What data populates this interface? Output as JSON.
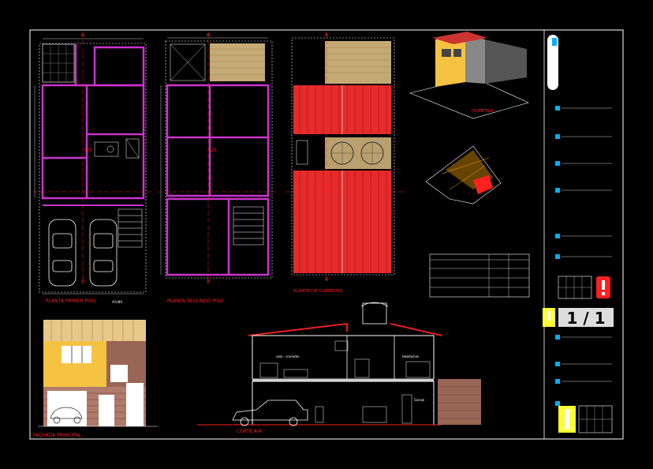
{
  "plans": {
    "ground": {
      "title": "PLANTA PRIMER PISO",
      "tag": "A5/80"
    },
    "second": {
      "title": "PLANTA SEGUNDO PISO"
    },
    "roof": {
      "title": "PLANTA DE CUBIERTAS"
    }
  },
  "views": {
    "isometric": {
      "title": "ISOMETRIA"
    },
    "facade": {
      "title": "FACHADA PRINCIPAL"
    },
    "section": {
      "title": "CORTE A-A"
    }
  },
  "section_labels": {
    "living": "sala - comedor",
    "bedroom": "Habitacion",
    "garage": "Garaje"
  },
  "sheet": {
    "number": "1 / 1"
  },
  "colors": {
    "wall": "#cc33cc",
    "dimension": "#ffffff",
    "grid": "#ff2020",
    "roof": "#ff3030",
    "hatch": "#e8c88a",
    "facade": "#f5c242",
    "cyan": "#00b0ff"
  }
}
